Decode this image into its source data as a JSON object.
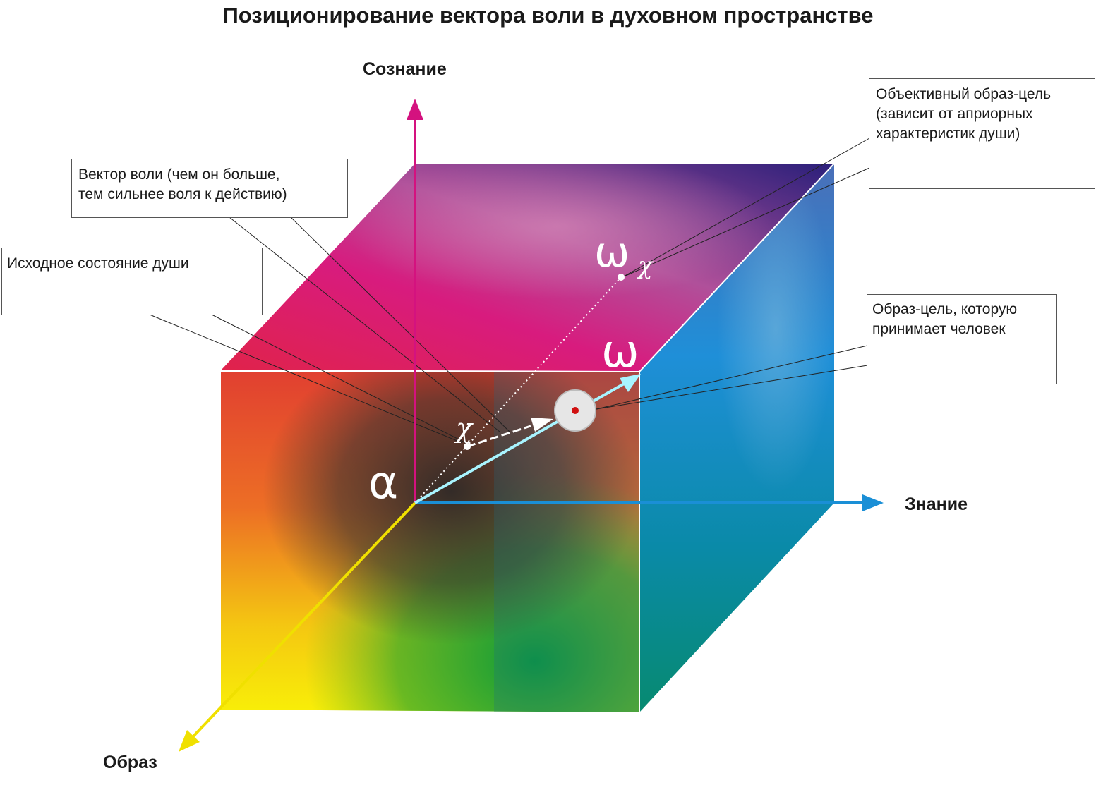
{
  "title": "Позиционирование вектора воли в духовном пространстве",
  "axes": {
    "consciousness": "Сознание",
    "knowledge": "Знание",
    "image": "Образ"
  },
  "callouts": {
    "will_vector": "Вектор воли (чем он больше,\nтем сильнее воля к действию)",
    "initial_state": "Исходное состояние души",
    "objective_goal": "Объективный  образ-цель\n(зависит от  априорных\nхарактеристик души)",
    "accepted_goal": "Образ-цель,  которую\nпринимает человек"
  },
  "points": {
    "alpha": "α",
    "omega": "ω",
    "omega_chi_main": "ω",
    "omega_chi_sub": "χ",
    "chi": "χ"
  },
  "colors": {
    "consciousness_axis": "#d4127f",
    "knowledge_axis": "#1a8fd6",
    "image_axis": "#f0e000",
    "main_vector": "#a8f4ff"
  }
}
